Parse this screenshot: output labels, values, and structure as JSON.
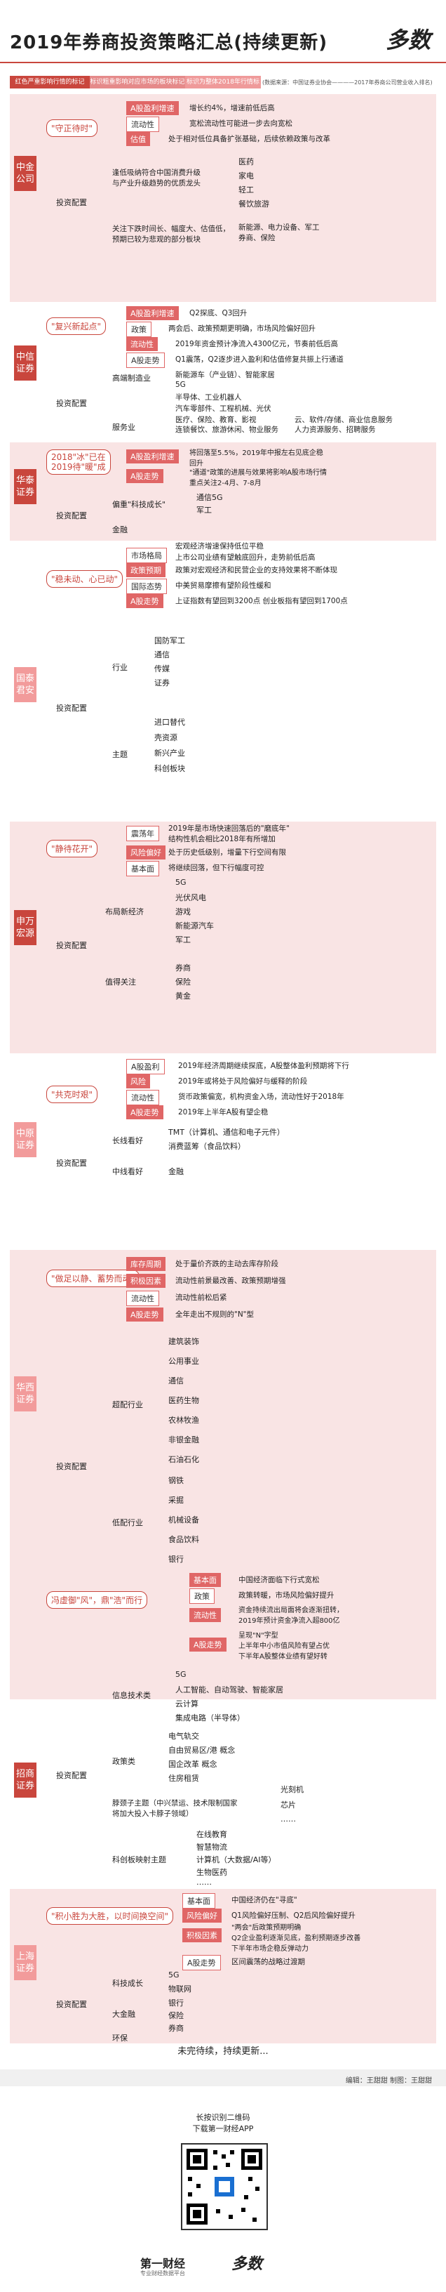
{
  "title": "2019年券商投资策略汇总(持续更新)",
  "legend": [
    "红色严重影响行情的标记",
    "标识粗重影响对应市场的板块标记",
    "标识为整体2018年行情标记"
  ],
  "source": "(数据来源：中国证券业协会————2017年券商公司营业收入排名)",
  "brokers": [
    {
      "name": "中金公司",
      "style": "dark"
    },
    {
      "name": "中信证券",
      "style": "dark"
    },
    {
      "name": "华泰证券",
      "style": "dark"
    },
    {
      "name": "国泰君安",
      "style": "light"
    },
    {
      "name": "申万宏源",
      "style": "dark"
    },
    {
      "name": "中原证券",
      "style": "light"
    },
    {
      "name": "华西证券",
      "style": "light"
    },
    {
      "name": "招商证券",
      "style": "dark"
    },
    {
      "name": "上海证券",
      "style": "light"
    }
  ],
  "slogans": [
    "\"守正待时\"",
    "\"复兴新起点\"",
    "2018\"冰\"已在\n2019待\"暖\"成",
    "\"稳未动、心已动\"",
    "\"静待花开\"",
    "\"共克时艰\"",
    "\"做足以静、蓄势而动\"",
    "冯虚御\"风\"，鼎\"浩\"而行",
    "\"积小胜为大胜，以时间换空间\""
  ],
  "zjgs": {
    "tags": [
      "A股盈利增速",
      "流动性",
      "估值"
    ],
    "texts": [
      "增长约4%，增速前低后高",
      "宽松流动性可能进一步去向宽松",
      "处于相对低位具备扩张基础，后续依赖政策与改革"
    ],
    "cfg": "投资配置",
    "cfg_1": "逢低吸纳符合中国消费升级\n与产业升级趋势的优质龙头",
    "cfg_2": "关注下跌时间长、幅度大、估值低，预期已较为悲观的部分板块",
    "leaf_1": [
      "医药",
      "家电",
      "轻工",
      "餐饮旅游"
    ],
    "leaf_2": "新能源、电力设备、军工\n券商、保险"
  },
  "zxzq": {
    "tags": [
      "A股盈利增速",
      "政策",
      "流动性",
      "A股走势"
    ],
    "texts": [
      "Q2探底、Q3回升",
      "两会后、政策预期更明确，市场风险偏好回升",
      "2019年资金预计净流入4300亿元，节奏前低后高",
      "Q1震荡，Q2逐步进入盈利和估值修复共振上行通道"
    ],
    "cfg": "投资配置",
    "group_1": "高端制造业",
    "group_2": "服务业",
    "leaf_1": [
      "新能源车（产业链）、智能家居",
      "5G",
      "半导体、工业机器人",
      "汽车零部件、工程机械、光伏"
    ],
    "leaf_2": [
      "医疗、保险、教育、影视",
      "连锁餐饮、旅游休闲、物业服务",
      "云、软件/存储、商业信息服务",
      "人力资源服务、招聘服务"
    ]
  },
  "htzq": {
    "tags": [
      "A股盈利增速",
      "A股走势"
    ],
    "texts": [
      "将回落至5.5%，2019年中报左右见底企稳\n回升",
      "\"通道\"政策的进展与效果将影响A股市场行情\n重点关注2-4月、7-8月"
    ],
    "cfg": "投资配置",
    "group_1": "偏重\"科技成长\"",
    "leaf_1": [
      "通信5G",
      "军工"
    ],
    "group_2": "金融"
  },
  "gtja": {
    "tags": [
      "市场格局",
      "政策预期",
      "国际态势",
      "A股走势"
    ],
    "texts": [
      "宏观经济增速保持低位平稳",
      "上市公司业绩有望触底回升，走势前低后高",
      "政策对宏观经济和民营企业的支持效果将不断体现",
      "中美贸易摩擦有望阶段性缓和",
      "上证指数有望回到3200点 创业板指有望回到1700点"
    ],
    "cfg": "投资配置",
    "group_1": "行业",
    "leaf_1": [
      "国防军工",
      "通信",
      "传媒",
      "证券"
    ],
    "group_2": "主题",
    "leaf_2": [
      "进口替代",
      "壳资源",
      "新兴产业",
      "科创板块"
    ]
  },
  "swhy": {
    "tags": [
      "震荡年",
      "风险偏好",
      "基本面"
    ],
    "texts": [
      "2019年是市场快速回落后的\"磨底年\"\n结构性机会相比2018年有所增加",
      "处于历史低级别，增量下行空间有限",
      "将继续回落，但下行幅度可控"
    ],
    "cfg": "投资配置",
    "group_1": "布局新经济",
    "leaf_1": [
      "5G",
      "光伏风电",
      "游戏",
      "新能源汽车",
      "军工"
    ],
    "group_2": "值得关注",
    "leaf_2": [
      "券商",
      "保险",
      "黄金"
    ]
  },
  "zyzq": {
    "tags": [
      "A股盈利",
      "风险",
      "流动性",
      "A股走势"
    ],
    "texts": [
      "2019年经济周期继续探底，A股整体盈利预期将下行",
      "2019年或将处于风险偏好与缓释的阶段",
      "货币政策偏宽，机构资金入场，流动性好于2018年",
      "2019年上半年A股有望企稳"
    ],
    "cfg": "投资配置",
    "group_1": "长线看好",
    "leaf_1": [
      "TMT（计算机、通信和电子元件）",
      "消费蓝筹（食品饮料）"
    ],
    "group_2": "中线看好",
    "leaf_2": "金融"
  },
  "hxzq": {
    "tags": [
      "库存周期",
      "积极因素",
      "流动性",
      "A股走势"
    ],
    "texts": [
      "处于量价齐跌的主动去库存阶段",
      "流动性前景最改善、政策预期增强",
      "流动性前松后紧",
      "全年走出不规则的\"N\"型"
    ],
    "cfg": "投资配置",
    "group_1": "超配行业",
    "leaf_1": [
      "建筑装饰",
      "公用事业",
      "通信",
      "医药生物",
      "农林牧渔",
      "非银金融",
      "石油石化"
    ],
    "group_2": "低配行业",
    "leaf_2": [
      "钢铁",
      "采掘",
      "机械设备",
      "食品饮料",
      "银行"
    ]
  },
  "zszq": {
    "tags": [
      "基本面",
      "政策",
      "流动性",
      "A股走势"
    ],
    "texts": [
      "中国经济面临下行式宽松",
      "政策转暖，市场风险偏好提升",
      "资金持续流出局面将会逐渐扭转，\n2019年预计资金净流入超800亿",
      "呈现\"N\"字型\n上半年中小市值风险有望占优\n下半年A股整体业绩有望好转"
    ],
    "cfg": "投资配置",
    "group_1": "信息技术类",
    "leaf_1": [
      "5G",
      "人工智能、自动驾驶、智能家居",
      "云计算",
      "集成电路（半导体）"
    ],
    "group_2": "政策类",
    "leaf_2": [
      "电气轨交",
      "自由贸易区/港 概念",
      "国企改革 概念",
      "住房租赁"
    ],
    "group_3": "脖颈子主题（中兴禁运、技术限制国家将加大投入卡脖子领域）",
    "leaf_3": [
      "光刻机",
      "芯片",
      "……"
    ],
    "group_4": "科创板映射主题",
    "leaf_4": [
      "在线教育",
      "智慧物流",
      "计算机（大数据/AI等）",
      "生物医药",
      "……"
    ]
  },
  "shzq": {
    "tags": [
      "基本面",
      "风险偏好",
      "积极因素",
      "A股走势"
    ],
    "texts": [
      "中国经济仍在\"寻底\"",
      "Q1风险偏好压制、Q2后风险偏好提升",
      "\"两会\"后政策预期明确\nQ2企业盈利逐渐见底，盈利预期逐步改善\n下半年市场企稳反弹动力",
      "区间震荡的战略过渡期"
    ],
    "cfg": "投资配置",
    "group_1": "科技成长",
    "leaf_1": [
      "5G",
      "物联网"
    ],
    "group_2": "大金融",
    "leaf_2": [
      "银行",
      "保险",
      "券商"
    ],
    "group_3": "环保"
  },
  "footer": {
    "note": "未完待续，持续更新...",
    "editor": "编辑：王甜甜    制图：王甜甜",
    "qr_caption": "长按识别二维码\n下载第一财经APP",
    "brand_1": "第一财经",
    "brand_2": "多数",
    "brand_sub": "专业财经数据平台"
  },
  "colors": {
    "accent": "#c9463d",
    "light": "#f29b9b",
    "tag": "#e06666"
  }
}
